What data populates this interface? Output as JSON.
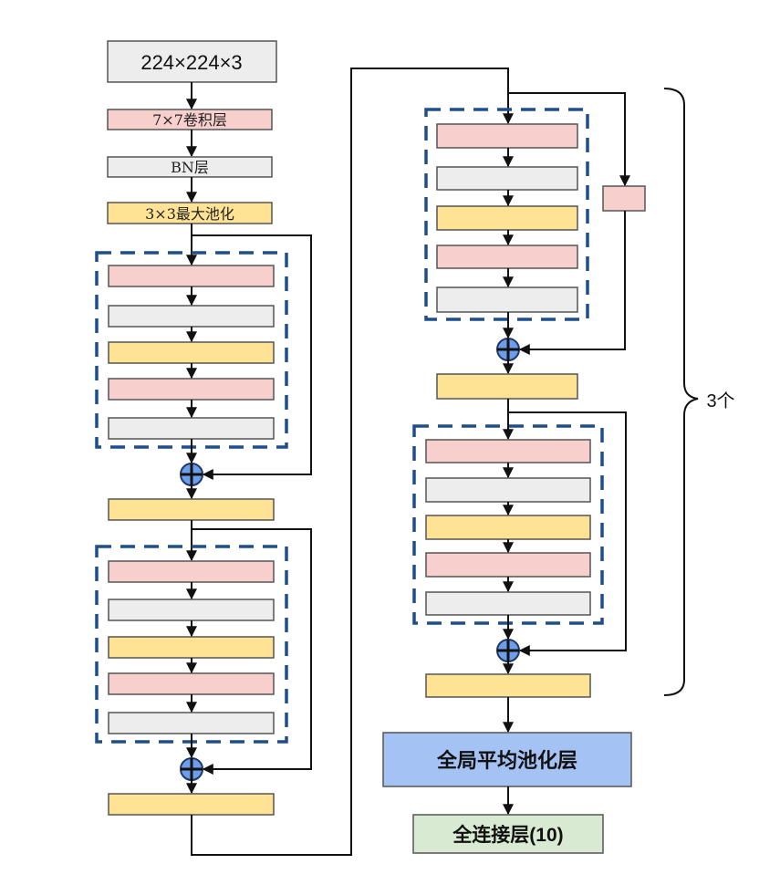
{
  "diagram": {
    "input_label": "224×224×3",
    "conv_label": "7×7卷积层",
    "bn_label": "BN层",
    "pool_label": "3×3最大池化",
    "gap_label": "全局平均池化层",
    "fc_label": "全连接层(10)",
    "repeat_label": "3个",
    "colors": {
      "conv": "#f7cfcc",
      "bn": "#ededed",
      "activation": "#ffe394",
      "gap": "#a4c2f4",
      "fc": "#d9ead3",
      "dashed_block": "#1f4e8c",
      "plus_node": "#6d9eeb"
    },
    "icons": [
      "plus-circle-icon",
      "arrow-down-icon",
      "curly-brace-icon"
    ]
  }
}
